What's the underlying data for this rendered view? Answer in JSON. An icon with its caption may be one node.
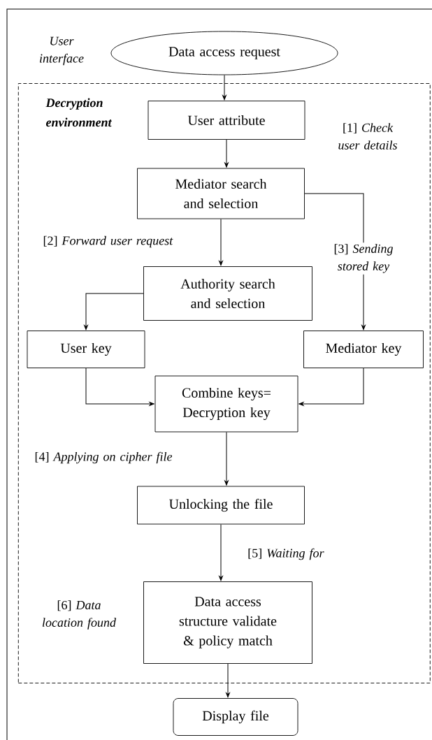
{
  "diagram": {
    "nodes": [
      {
        "text": [
          "Data access request"
        ]
      },
      {
        "text": [
          "Decryption environment"
        ]
      },
      {
        "text": [
          "User attribute"
        ],
        "in": 1
      },
      {
        "text": [
          "Mediator search and selection"
        ],
        "in": 1
      },
      {
        "text": [
          "Authority search and selection"
        ],
        "in": 1
      },
      {
        "text": [
          "User key"
        ],
        "in": 1
      },
      {
        "text": [
          "Mediator key"
        ],
        "in": 1
      },
      {
        "text": [
          "Combine keys= Decryption key"
        ],
        "in": 1
      },
      {
        "text": [
          "Unlocking the file"
        ],
        "in": 1
      },
      {
        "text": [
          "Data access structure validate & policy match"
        ],
        "in": 1
      },
      {
        "text": [
          "Display file"
        ]
      }
    ],
    "edges": [
      {
        "from": 0,
        "to": 2,
        "arrow": "to"
      },
      {
        "from": 2,
        "to": 3,
        "arrow": "to"
      },
      {
        "from": 3,
        "to": 4,
        "arrow": "to"
      },
      {
        "from": 3,
        "to": 6,
        "arrow": "to",
        "label": "[3] *Sending stored key*"
      },
      {
        "from": 4,
        "to": 5,
        "arrow": "to"
      },
      {
        "from": 5,
        "to": 7,
        "arrow": "to"
      },
      {
        "from": 6,
        "to": 7,
        "arrow": "to"
      },
      {
        "from": 7,
        "to": 8,
        "arrow": "to"
      },
      {
        "from": 8,
        "to": 9,
        "arrow": "to",
        "label": "[5] *Waiting for*"
      },
      {
        "from": 9,
        "to": 10,
        "arrow": "to"
      }
    ],
    "labels": [
      "User interface",
      "[1] *Check user details*",
      "[2] *Forward user request*",
      "[4] *Applying on cipher file*",
      "[6] *Data location found*"
    ]
  }
}
